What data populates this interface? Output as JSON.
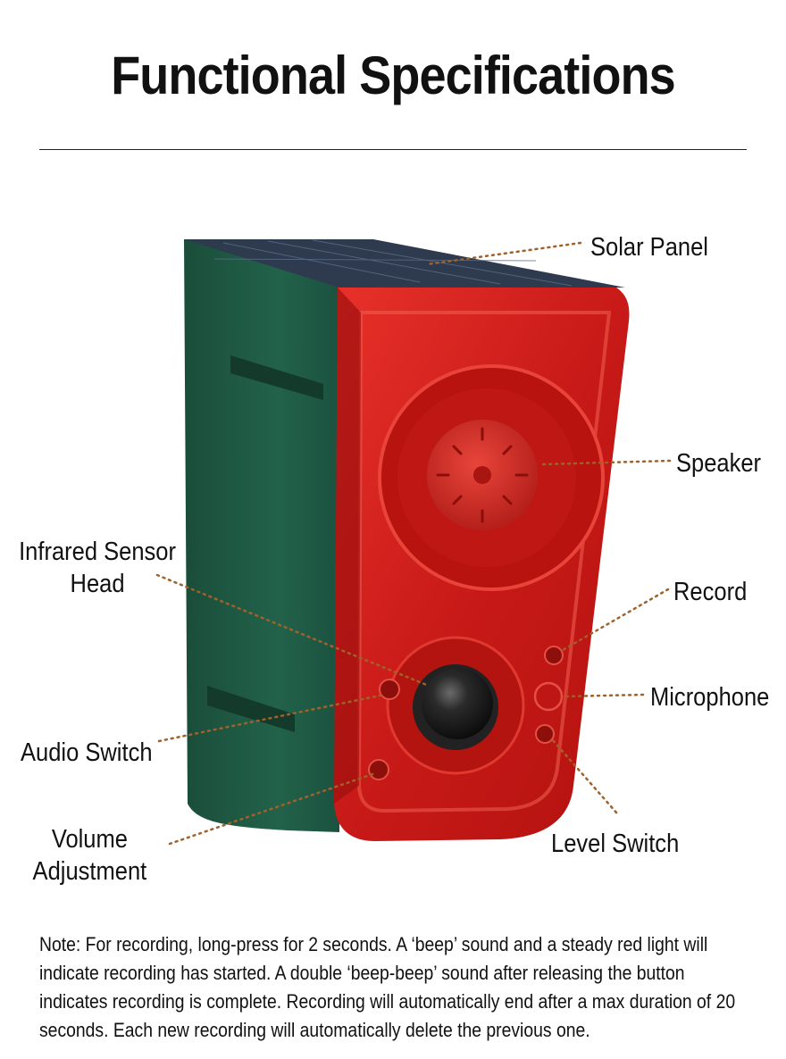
{
  "title": "Functional Specifications",
  "labels": {
    "solar_panel": "Solar Panel",
    "speaker": "Speaker",
    "infrared_line1": "Infrared Sensor",
    "infrared_line2": "Head",
    "record": "Record",
    "microphone": "Microphone",
    "audio_switch": "Audio Switch",
    "volume_line1": "Volume",
    "volume_line2": "Adjustment",
    "level_switch": "Level Switch"
  },
  "note": "Note: For recording, long-press for 2 seconds. A ‘beep’ sound and a steady red light will indicate recording has started. A double ‘beep-beep’ sound after releasing the button indicates recording is complete. Recording will automatically end after a max duration of 20 seconds. Each new recording will automatically delete the previous one.",
  "colors": {
    "body_green": "#1f5a44",
    "case_red": "#d8201c",
    "leader_line": "#a0612a",
    "solar_panel": "#2e3a4e"
  }
}
